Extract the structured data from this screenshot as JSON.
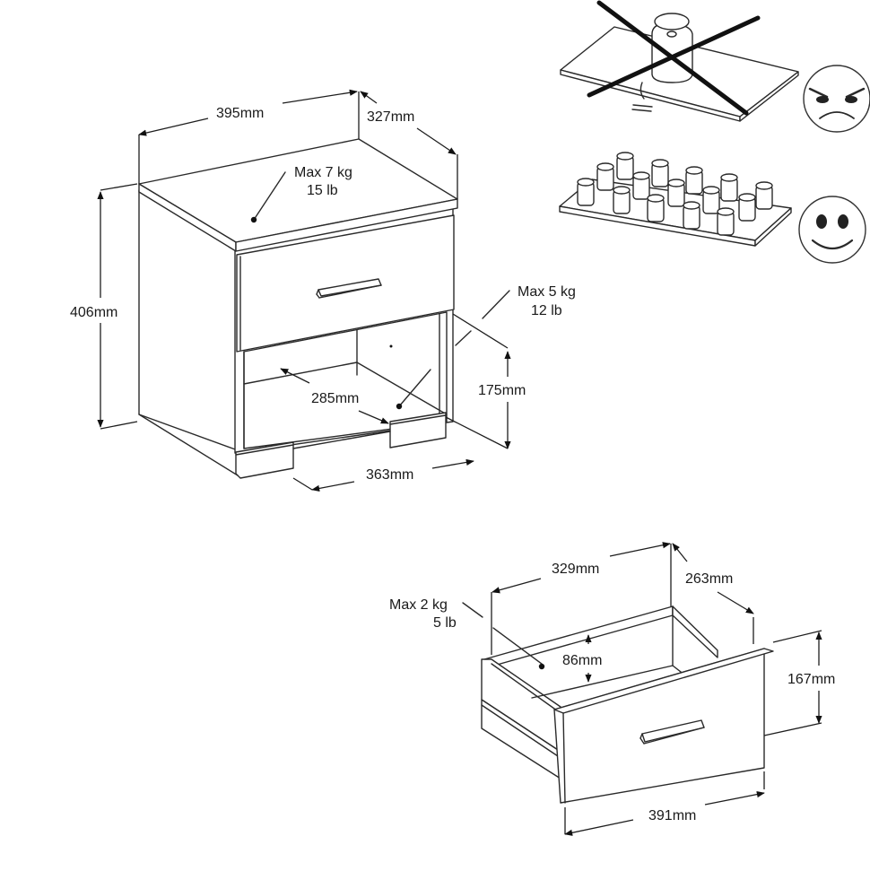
{
  "nightstand": {
    "width": "395mm",
    "depth": "327mm",
    "height": "406mm",
    "top_load": {
      "kg": "Max 7 kg",
      "lb": "15 lb"
    },
    "shelf_load": {
      "kg": "Max 5 kg",
      "lb": "12 lb"
    },
    "shelf_depth": "285mm",
    "shelf_height": "175mm",
    "shelf_width": "363mm"
  },
  "drawer": {
    "inner_width": "329mm",
    "depth": "263mm",
    "load": {
      "kg": "Max 2 kg",
      "lb": "5 lb"
    },
    "inner_height": "86mm",
    "front_height": "167mm",
    "front_width": "391mm"
  },
  "load_guidance": [
    {
      "example": "concentrated-load",
      "verdict": "wrong",
      "face": "angry"
    },
    {
      "example": "distributed-load",
      "verdict": "correct",
      "face": "happy"
    }
  ],
  "colors": {
    "line": "#2a2a2a",
    "background": "#ffffff"
  }
}
